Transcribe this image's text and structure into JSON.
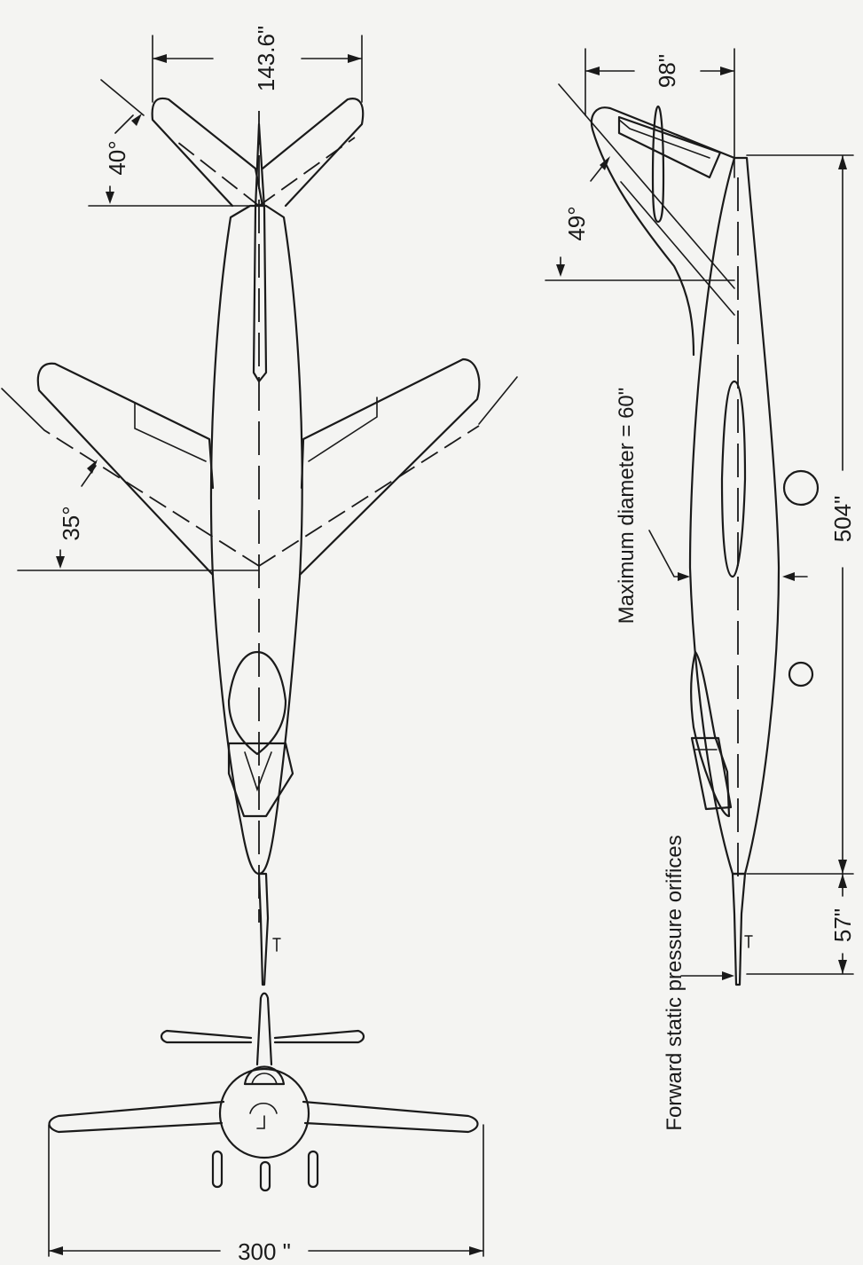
{
  "dimensions": {
    "tail_span": "143.6\"",
    "tail_sweep": "40°",
    "wing_sweep": "35°",
    "wing_span": "300 \"",
    "fin_height": "98\"",
    "fin_sweep": "49°",
    "fuselage_length": "504\"",
    "probe_length": "57\""
  },
  "labels": {
    "max_diameter": "Maximum  diameter = 60\"",
    "pressure_orifices": "Forward  static  pressure  orifices"
  },
  "colors": {
    "ink": "#1a1a1a",
    "paper": "#f4f4f2"
  }
}
